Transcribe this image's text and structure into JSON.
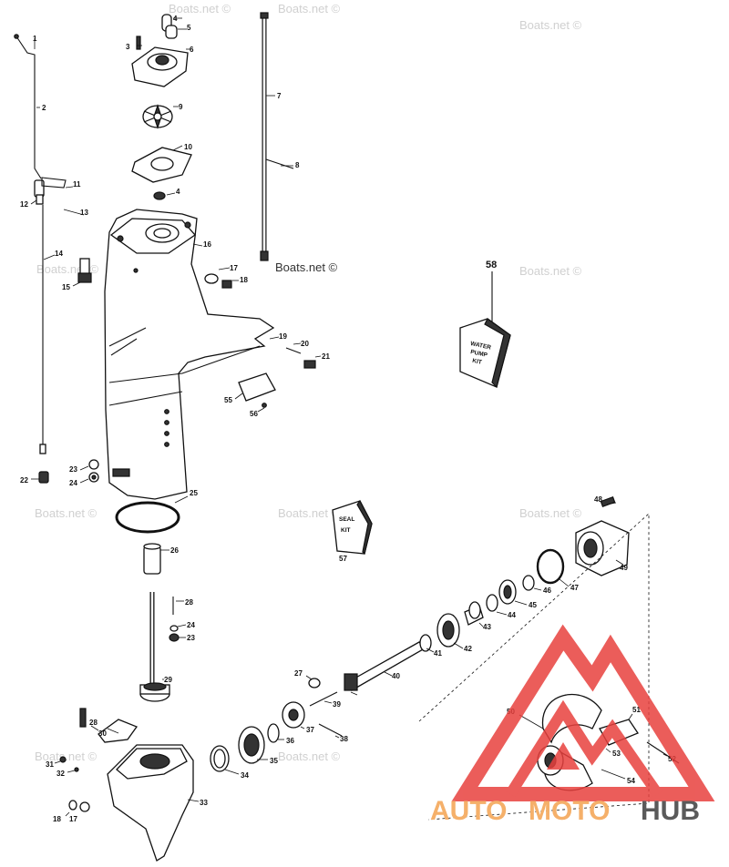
{
  "watermark": "Boats.net ©",
  "logo": {
    "auto": "AUTO",
    "moto": "MOTO",
    "hub": "HUB",
    "triangle_color": "#e8413e",
    "text_color": "#f5b06a",
    "hub_color": "#5a5a5a"
  },
  "kits": {
    "water_pump": {
      "number": "58",
      "line1": "WATER",
      "line2": "PUMP",
      "line3": "KIT"
    },
    "seal": {
      "number": "57",
      "line1": "SEAL",
      "line2": "KIT"
    }
  },
  "parts": {
    "p1": "1",
    "p2": "2",
    "p3": "3",
    "p4": "4",
    "p4b": "4",
    "p5": "5",
    "p6": "6",
    "p7": "7",
    "p8": "8",
    "p9": "9",
    "p10": "10",
    "p11": "11",
    "p12": "12",
    "p13": "13",
    "p14": "14",
    "p15": "15",
    "p16": "16",
    "p17": "17",
    "p17b": "17",
    "p18": "18",
    "p18b": "18",
    "p19": "19",
    "p20": "20",
    "p21": "21",
    "p22": "22",
    "p23": "23",
    "p23b": "23",
    "p24": "24",
    "p24b": "24",
    "p25": "25",
    "p26": "26",
    "p27": "27",
    "p28": "28",
    "p28b": "28",
    "p29": "29",
    "p30": "30",
    "p31": "31",
    "p32": "32",
    "p33": "33",
    "p34": "34",
    "p35": "35",
    "p36": "36",
    "p37": "37",
    "p38": "38",
    "p39": "39",
    "p40": "40",
    "p41": "41",
    "p42": "42",
    "p43": "43",
    "p44": "44",
    "p45": "45",
    "p46": "46",
    "p47": "47",
    "p48": "48",
    "p49": "49",
    "p50": "50",
    "p51": "51",
    "p52": "52",
    "p53": "53",
    "p54": "54",
    "p55": "55",
    "p56": "56"
  }
}
